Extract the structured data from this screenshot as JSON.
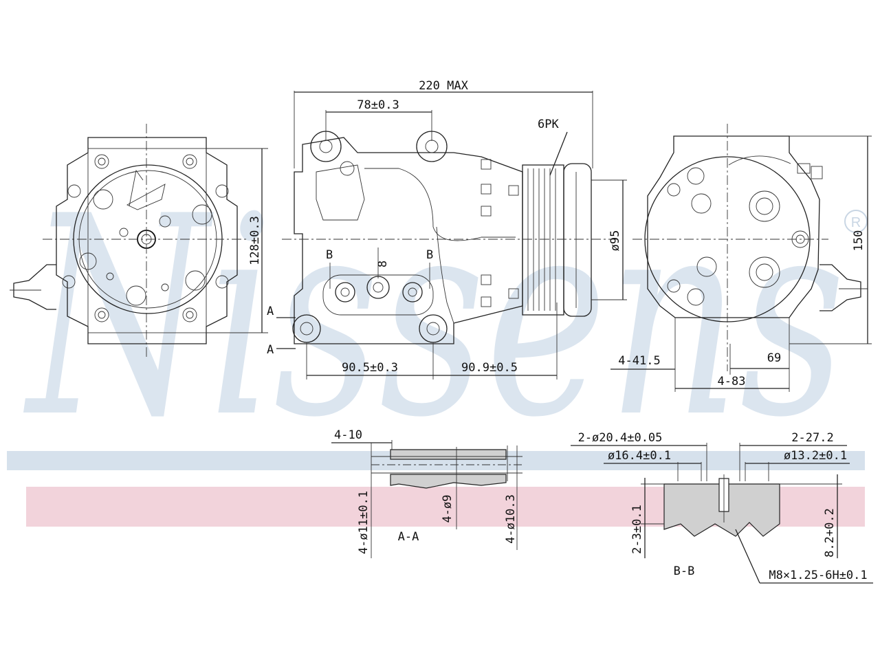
{
  "watermark": {
    "brand": "Nissens",
    "registered_mark": "®",
    "band_colors": {
      "blue": "#d6e1ec",
      "pink": "#f2d3db",
      "letters": "#dbe5ef"
    }
  },
  "dimensions": {
    "overall_length": "220 MAX",
    "mount_spacing_top": "78±0.3",
    "pulley_type": "6PK",
    "pulley_dia": "ø95",
    "front_height": "128±0.3",
    "section_mark_a_upper": "A",
    "section_mark_a_lower": "A",
    "section_mark_b_left": "B",
    "section_mark_b_right": "B",
    "port_dia_center": "8",
    "bottom_left": "90.5±0.3",
    "bottom_right": "90.9±0.5",
    "rear_height": "150",
    "rear_4_415": "4-41.5",
    "rear_69": "69",
    "rear_4_83": "4-83"
  },
  "section_aa": {
    "label": "A-A",
    "top_410": "4-10",
    "dia_11": "4-ø11±0.1",
    "dia_9": "4-ø9",
    "dia_103": "4-ø10.3"
  },
  "section_bb": {
    "label": "B-B",
    "dia_204": "2-ø20.4±0.05",
    "dia_164": "ø16.4±0.1",
    "dim_272": "2-27.2",
    "dia_132": "ø13.2±0.1",
    "depth_3": "2-3±0.1",
    "depth_82": "8.2+0.2",
    "thread": "M8×1.25-6H±0.1"
  }
}
